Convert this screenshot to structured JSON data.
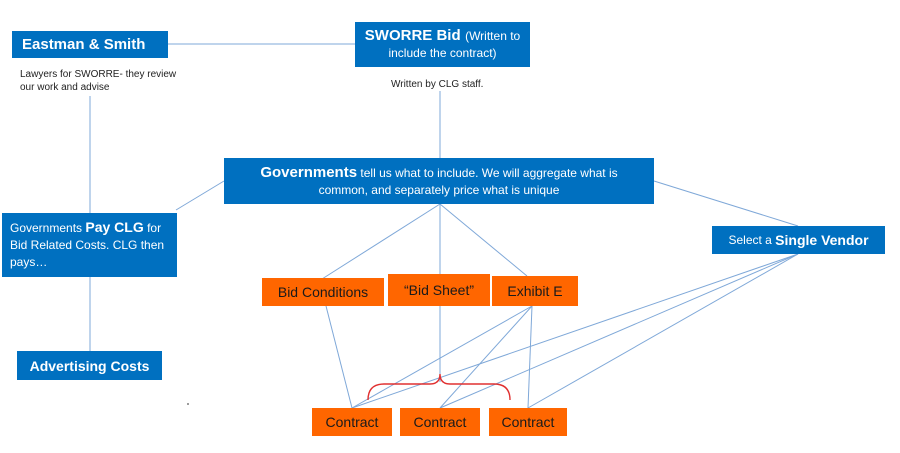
{
  "colors": {
    "box_blue": "#0070c0",
    "box_orange": "#ff6600",
    "connector": "#7fa8d8",
    "bracket": "#e03030"
  },
  "nodes": {
    "eastman": {
      "title": "Eastman & Smith"
    },
    "eastman_note": "Lawyers for SWORRE- they review our work and advise",
    "sworre": {
      "bold": "SWORRE Bid",
      "text1": "(Written to",
      "text2": "include the contract)"
    },
    "sworre_note": "Written by CLG staff.",
    "governments": {
      "bold": "Governments",
      "text1": "tell us what to include.  We will aggregate what is",
      "text2": "common, and separately price what is unique"
    },
    "pay_clg": {
      "text1": "Governments",
      "bold": "Pay CLG",
      "text2": "for",
      "text3": "Bid Related Costs.  CLG then",
      "text4": "pays…"
    },
    "vendor": {
      "text": "Select a",
      "bold": "Single Vendor"
    },
    "advertising": {
      "title": "Advertising Costs"
    },
    "bid_conditions": {
      "label": "Bid Conditions"
    },
    "bid_sheet": {
      "label": "“Bid Sheet”"
    },
    "exhibit_e": {
      "label": "Exhibit E"
    },
    "contracts": [
      {
        "label": "Contract"
      },
      {
        "label": "Contract"
      },
      {
        "label": "Contract"
      }
    ]
  }
}
